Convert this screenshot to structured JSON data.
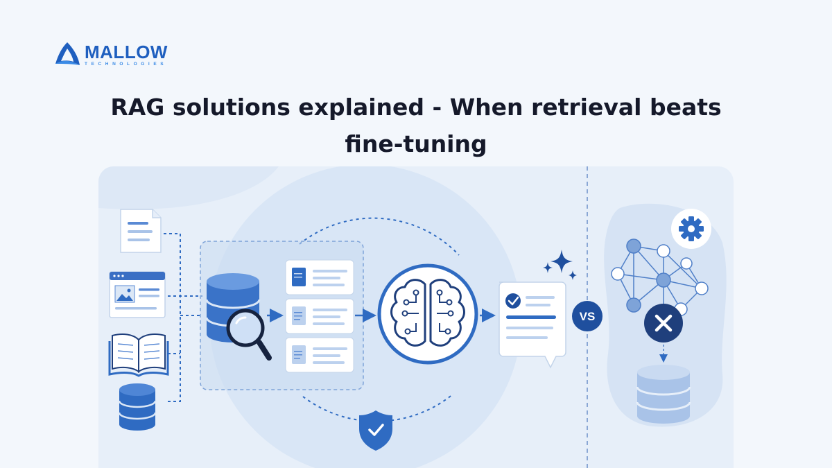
{
  "brand": {
    "name": "MALLOW",
    "tagline": "TECHNOLOGIES",
    "colors": {
      "primary": "#1f5fbf",
      "accent": "#3b8be6"
    }
  },
  "title": {
    "line1": "RAG solutions explained - When retrieval beats",
    "line2": "fine-tuning"
  },
  "diagram": {
    "sources": [
      "document-icon",
      "web-page-icon",
      "open-book-icon",
      "database-icon"
    ],
    "retrieval": [
      "database-search-icon",
      "retrieved-chunk-icon",
      "retrieved-chunk-icon",
      "retrieved-chunk-icon"
    ],
    "model": "brain-circuit-icon",
    "output": [
      "verified-response-icon",
      "sparkle-icon"
    ],
    "security": "shield-check-icon",
    "comparison_label": "VS",
    "fine_tuning": [
      "gear-icon",
      "neural-network-icon",
      "x-circle-icon",
      "database-icon"
    ],
    "colors": {
      "blue": "#2f6bc2",
      "navy": "#1f3f7c",
      "light": "#dbe7f6"
    }
  }
}
